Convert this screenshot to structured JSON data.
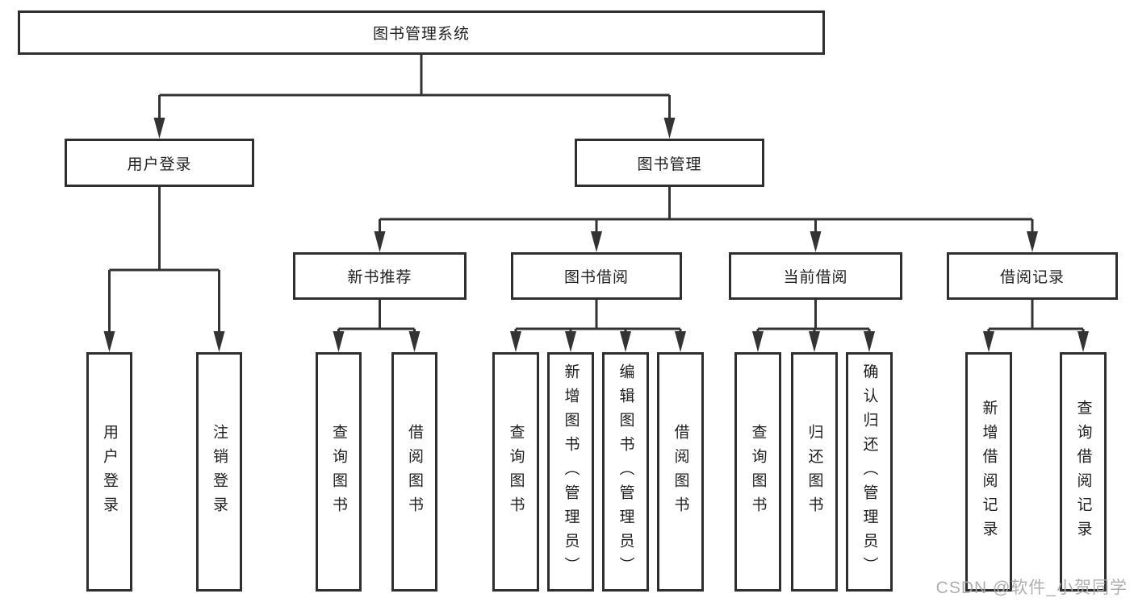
{
  "diagram": {
    "title": "图书管理系统",
    "branches": {
      "user_login": {
        "label": "用户登录",
        "children": [
          "用户登录",
          "注销登录"
        ]
      },
      "book_mgmt": {
        "label": "图书管理",
        "modules": [
          {
            "label": "新书推荐",
            "children": [
              "查询图书",
              "借阅图书"
            ]
          },
          {
            "label": "图书借阅",
            "children": [
              "查询图书",
              "新增图书（管理员）",
              "编辑图书（管理员）",
              "借阅图书"
            ]
          },
          {
            "label": "当前借阅",
            "children": [
              "查询图书",
              "归还图书",
              "确认归还（管理员）"
            ]
          },
          {
            "label": "借阅记录",
            "children": [
              "新增借阅记录",
              "查询借阅记录"
            ]
          }
        ]
      }
    }
  },
  "watermark": {
    "text": "CSDN @软件_小贺同学"
  },
  "colors": {
    "line": "#333333",
    "border": "#2f2f2f",
    "text": "#1f1f1f",
    "watermark": "#a8a8a8",
    "background": "#ffffff"
  }
}
